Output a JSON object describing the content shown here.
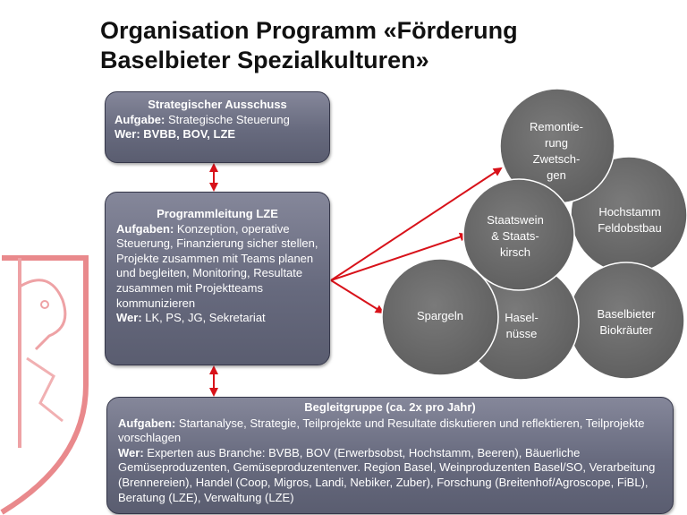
{
  "slide": {
    "title_line1": "Organisation Programm «Förderung",
    "title_line2": "Baselbieter Spezialkulturen»"
  },
  "strategischer_ausschuss": {
    "heading": "Strategischer Ausschuss",
    "aufgabe_label": "Aufgabe:",
    "aufgabe_text": " Strategische Steuerung",
    "wer_label": "Wer:",
    "wer_text": " BVBB, BOV, LZE"
  },
  "programmleitung": {
    "heading": "Programmleitung LZE",
    "aufgaben_label": "Aufgaben:",
    "aufgaben_text": " Konzeption, operative Steuerung, Finanzierung sicher stellen, Projekte zusammen mit Teams planen und begleiten, Monitoring, Resultate zusammen mit Projektteams kommunizieren",
    "wer_label": "Wer:",
    "wer_text": " LK, PS, JG, Sekretariat"
  },
  "begleitgruppe": {
    "heading": "Begleitgruppe (ca. 2x pro Jahr)",
    "aufgaben_label": "Aufgaben:",
    "aufgaben_text": " Startanalyse, Strategie, Teilprojekte und Resultate diskutieren und reflektieren, Teilprojekte vorschlagen",
    "wer_label": "Wer:",
    "wer_text": " Experten aus Branche: BVBB, BOV (Erwerbsobst, Hochstamm, Beeren), Bäuerliche Gemüseproduzenten, Gemüseproduzentenver. Region Basel, Weinproduzenten Basel/SO, Verarbeitung (Brennereien), Handel (Coop, Migros, Landi, Nebiker, Zuber), Forschung (Breitenhof/Agroscope, FiBL), Beratung (LZE), Verwaltung (LZE)"
  },
  "teilprojekte": {
    "remontierung_l1": "Remontie-",
    "remontierung_l2": "rung",
    "remontierung_l3": "Zwetsch-",
    "remontierung_l4": "gen",
    "hochstamm_l1": "Hochstamm",
    "hochstamm_l2": "Feldobstbau",
    "staatswein_l1": "Staatswein",
    "staatswein_l2": "& Staats-",
    "staatswein_l3": "kirsch",
    "spargeln": "Spargeln",
    "haselnuesse_l1": "Hasel-",
    "haselnuesse_l2": "nüsse",
    "biokraeuter_l1": "Baselbieter",
    "biokraeuter_l2": "Biokräuter"
  },
  "colors": {
    "box_fill": "#6e7185",
    "circle_fill": "#6a6a6a",
    "arrow": "#d8121a",
    "crest": "#e9898c"
  }
}
